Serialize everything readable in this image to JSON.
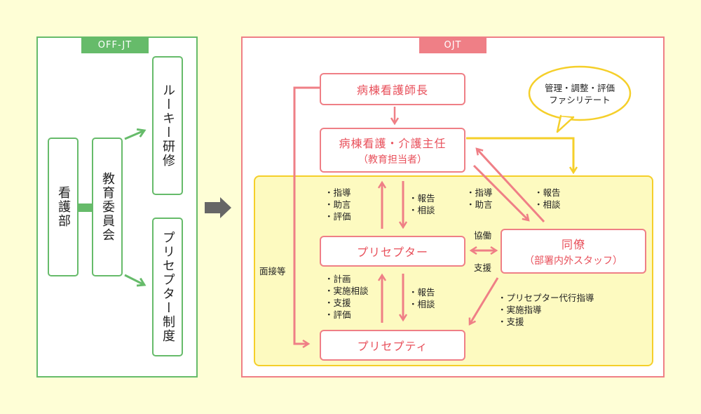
{
  "off_jt": {
    "title": "OFF-JT",
    "nursing_dept": "看護部",
    "education_committee": "教育委員会",
    "rookie_training": "ルーキー研修",
    "preceptor_system": "プリセプター制度"
  },
  "ojt": {
    "title": "OJT",
    "ward_head_nurse": "病棟看護師長",
    "chief": {
      "main": "病棟看護・介護主任",
      "sub": "（教育担当者）"
    },
    "preceptor": "プリセプター",
    "colleague": {
      "main": "同僚",
      "sub": "（部署内外スタッフ）"
    },
    "preceptee": "プリセプティ",
    "bubble": [
      "管理・調整・評価",
      "ファシリテート"
    ],
    "notes": {
      "chief_to_preceptor": [
        "・指導",
        "・助言",
        "・評価"
      ],
      "preceptor_to_chief": [
        "・報告",
        "・相談"
      ],
      "chief_to_colleague": [
        "・指導",
        "・助言"
      ],
      "colleague_to_chief": [
        "・報告",
        "・相談"
      ],
      "preceptor_to_preceptee": [
        "・計画",
        "・実施相談",
        "・支援",
        "・評価"
      ],
      "preceptee_to_preceptor": [
        "・報告",
        "・相談"
      ],
      "colleague_to_preceptee": [
        "・プリセプター代行指導",
        "・実施指導",
        "・支援"
      ]
    },
    "cooperation": "協働",
    "support": "支援",
    "interview": "面接等"
  },
  "colors": {
    "green": "#66bb6a",
    "pink": "#ef7f86",
    "red_text": "#e8505b",
    "yellow": "#f5cf2a",
    "yellow_area": "#fdfac0",
    "arrow_gray": "#666666"
  }
}
